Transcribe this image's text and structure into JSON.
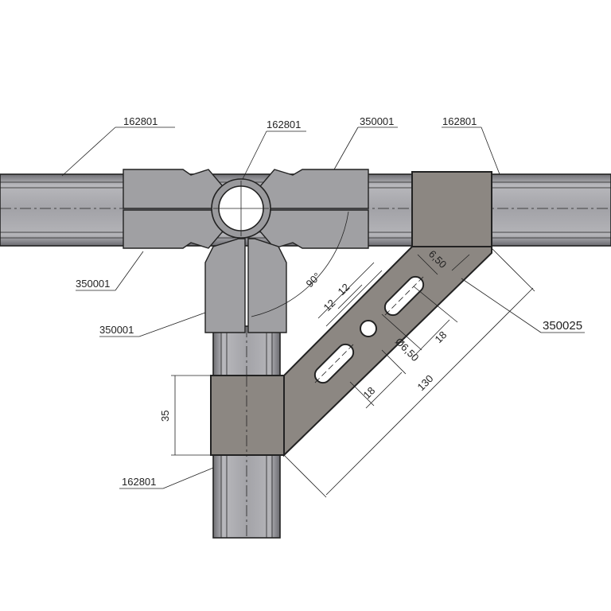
{
  "parts": {
    "tube_top_left": "162801",
    "tube_center": "162801",
    "tube_top_right": "162801",
    "tube_bottom": "162801",
    "connector_top": "350001",
    "connector_left": "350001",
    "connector_bottom": "350001",
    "strap": "350025"
  },
  "dimensions": {
    "sleeve_height": "35",
    "angle": "90°",
    "spacing_a": "12",
    "spacing_b": "12",
    "slot_width": "6,50",
    "hole_diameter": "Ø6,50",
    "slot_length_upper": "18",
    "slot_length_lower": "18",
    "overall_length": "130"
  },
  "colors": {
    "tube": "#a9a9ad",
    "connector": "#9c9c9e",
    "strap": "#8c8782"
  }
}
